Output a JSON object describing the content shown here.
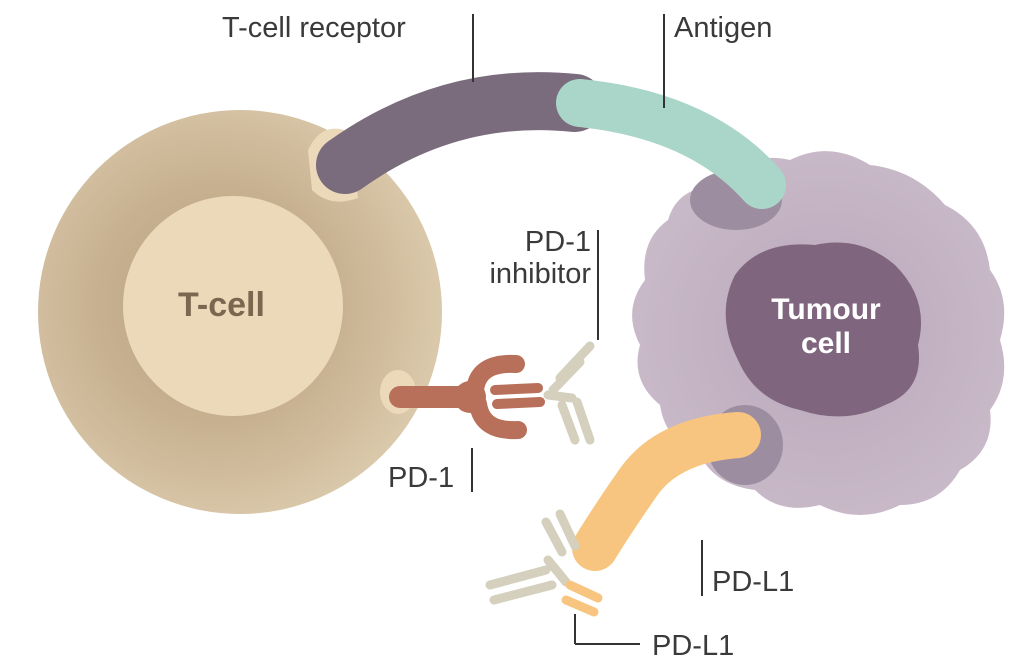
{
  "labels": {
    "tcell": "T-cell",
    "tumour_line1": "Tumour",
    "tumour_line2": "cell",
    "tcr": "T-cell receptor",
    "antigen": "Antigen",
    "pd1_inhibitor_line1": "PD-1",
    "pd1_inhibitor_line2": "inhibitor",
    "pd1": "PD-1",
    "pdl1_right": "PD-L1",
    "pdl1_bottom": "PD-L1"
  },
  "colors": {
    "tcell_outer": "#cbb597",
    "tcell_inner": "#ecd9b9",
    "tumour_outer": "#c2b3c3",
    "tumour_nucleus": "#7f667e",
    "tcr": "#7a6b7d",
    "antigen": "#a9d6c8",
    "pd1": "#b8705a",
    "pdl1": "#f7c57f",
    "antibody": "#d4d0bd",
    "leader_line": "#333333"
  }
}
